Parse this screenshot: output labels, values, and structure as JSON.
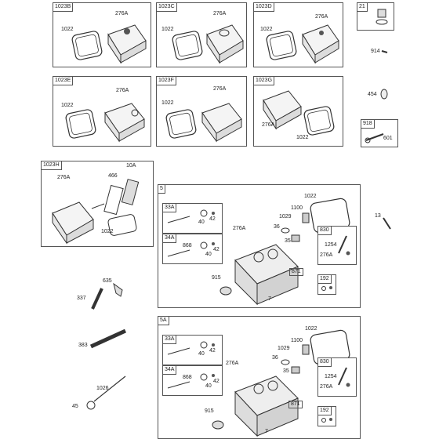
{
  "boxes": {
    "b1023B": {
      "tag": "1023B",
      "gasket": "1022",
      "screw": "276A"
    },
    "b1023C": {
      "tag": "1023C",
      "gasket": "1022",
      "screw": "276A"
    },
    "b1023D": {
      "tag": "1023D",
      "gasket": "1022",
      "screw": "276A"
    },
    "b1023E": {
      "tag": "1023E",
      "gasket": "1022",
      "screw": "276A"
    },
    "b1023F": {
      "tag": "1023F",
      "gasket": "1022",
      "screw": "276A"
    },
    "b1023G": {
      "tag": "1023G",
      "gasket": "1022",
      "screw": "276A"
    },
    "b21": {
      "tag": "21"
    },
    "b918": {
      "tag": "918",
      "part": "601"
    },
    "b1023H": {
      "tag": "1023H",
      "screw": "276A",
      "p466": "466",
      "p10A": "10A",
      "gasket": "1022"
    },
    "b5": {
      "tag": "5",
      "b33A": "33A",
      "b34A": "34A",
      "p40": "40",
      "p42": "42",
      "p868": "868",
      "p276A": "276A",
      "p36": "36",
      "p1029": "1029",
      "p1100": "1100",
      "p35": "35",
      "p1022": "1022",
      "p871": "871",
      "p915": "915",
      "p7": "7",
      "b830": "830",
      "p1254": "1254",
      "p276A2": "276A",
      "b192": "192"
    },
    "b5A": {
      "tag": "5A",
      "b33A": "33A",
      "b34A": "34A",
      "p40": "40",
      "p42": "42",
      "p868": "868",
      "p276A": "276A",
      "p36": "36",
      "p1029": "1029",
      "p1100": "1100",
      "p35": "35",
      "p1022": "1022",
      "p871": "871",
      "p915": "915",
      "p7": "7",
      "b830": "830",
      "p1254": "1254",
      "p276A2": "276A",
      "b192": "192"
    }
  },
  "loose": {
    "p914": "914",
    "p454": "454",
    "p13": "13",
    "p635": "635",
    "p337": "337",
    "p383": "383",
    "p1026": "1026",
    "p45": "45"
  }
}
